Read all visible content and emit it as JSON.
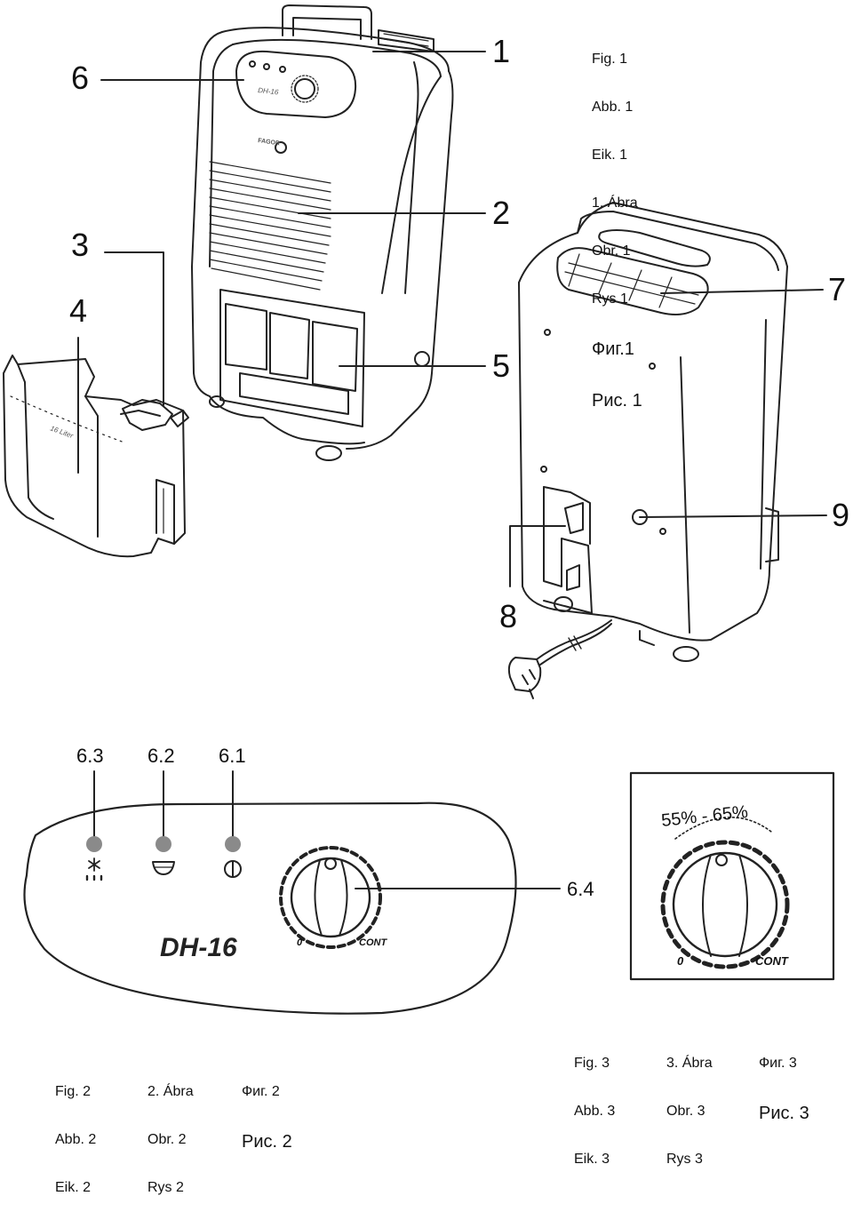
{
  "callouts": {
    "c1": "1",
    "c2": "2",
    "c3": "3",
    "c4": "4",
    "c5": "5",
    "c6": "6",
    "c7": "7",
    "c8": "8",
    "c9": "9",
    "c61": "6.1",
    "c62": "6.2",
    "c63": "6.3",
    "c64": "6.4"
  },
  "captions": {
    "fig1": [
      "Fig. 1",
      "Abb. 1",
      "Eik. 1",
      "1. Ábra",
      "Obr. 1",
      "Rys 1",
      "Фиг.1",
      "Рис. 1"
    ],
    "fig2": {
      "col1": [
        "Fig. 2",
        "Abb. 2",
        "Eik. 2"
      ],
      "col2": [
        "2. Ábra",
        "Obr. 2",
        "Rys 2"
      ],
      "col3": [
        "Фиг. 2",
        "Рис. 2"
      ]
    },
    "fig3": {
      "col1": [
        "Fig. 3",
        "Abb. 3",
        "Eik. 3"
      ],
      "col2": [
        "3. Ábra",
        "Obr. 3",
        "Rys 3"
      ],
      "col3": [
        "Фиг. 3",
        "Рис. 3"
      ]
    }
  },
  "panel": {
    "model": "DH-16",
    "knob_min": "0",
    "knob_max": "CONT"
  },
  "dial_detail": {
    "range": "55% - 65%",
    "knob_min": "0",
    "knob_max": "CONT"
  },
  "device_labels": {
    "brand": "FAGOR",
    "model": "DH-16",
    "tank": "16 Liter"
  },
  "icons": [
    "defrost-icon",
    "tank-full-icon",
    "power-icon"
  ]
}
